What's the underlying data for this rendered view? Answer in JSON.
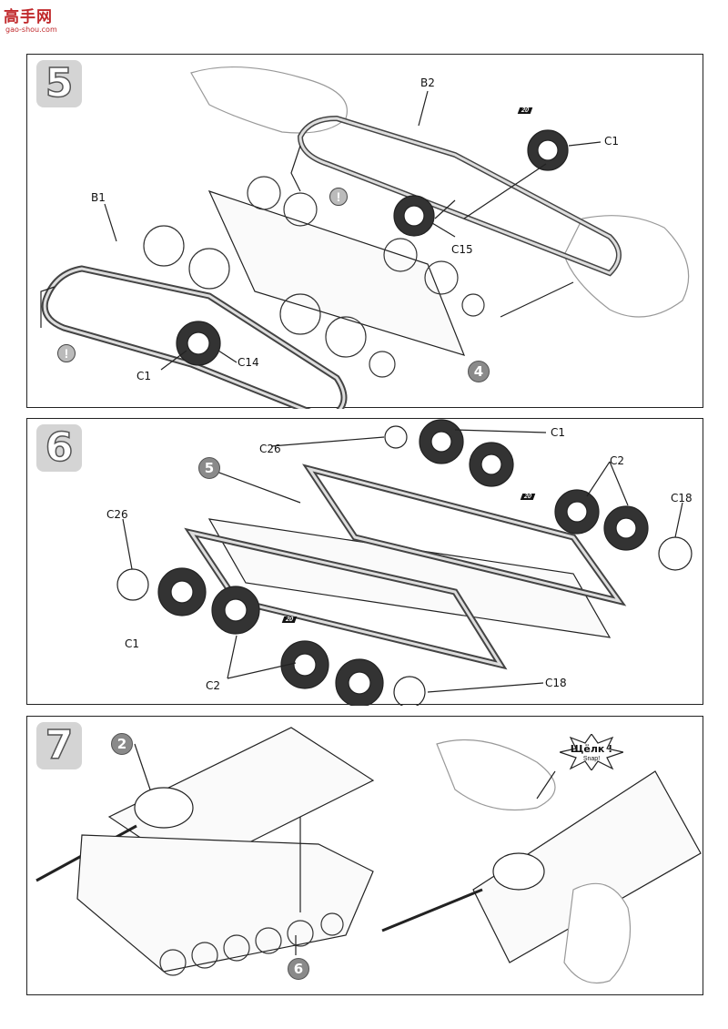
{
  "logo": {
    "main": "高手网",
    "sub": "gao-shou.com"
  },
  "steps": [
    {
      "number": "5",
      "labels": {
        "b2": "B2",
        "b1": "B1",
        "c1_top": "C1",
        "c15": "C15",
        "c1_bottom": "C1",
        "c14": "C14",
        "sub_assembly": "4",
        "badge": "20",
        "warn": "!"
      }
    },
    {
      "number": "6",
      "labels": {
        "c26_top": "C26",
        "c1_top": "C1",
        "sub_assembly": "5",
        "c2_right": "C2",
        "c18_right": "C18",
        "badge1": "20",
        "c26_left": "C26",
        "c1_left": "C1",
        "badge2": "20",
        "c2_bottom": "C2",
        "c18_bottom": "C18"
      }
    },
    {
      "number": "7",
      "labels": {
        "top_assembly": "2",
        "chassis_assembly": "6"
      },
      "snap": {
        "text": "Щёлк !",
        "sub": "Snap!"
      }
    }
  ],
  "colors": {
    "accent": "#c0282b",
    "step_badge": "#d4d4d4",
    "callout": "#8a8a8a",
    "line": "#222222"
  }
}
